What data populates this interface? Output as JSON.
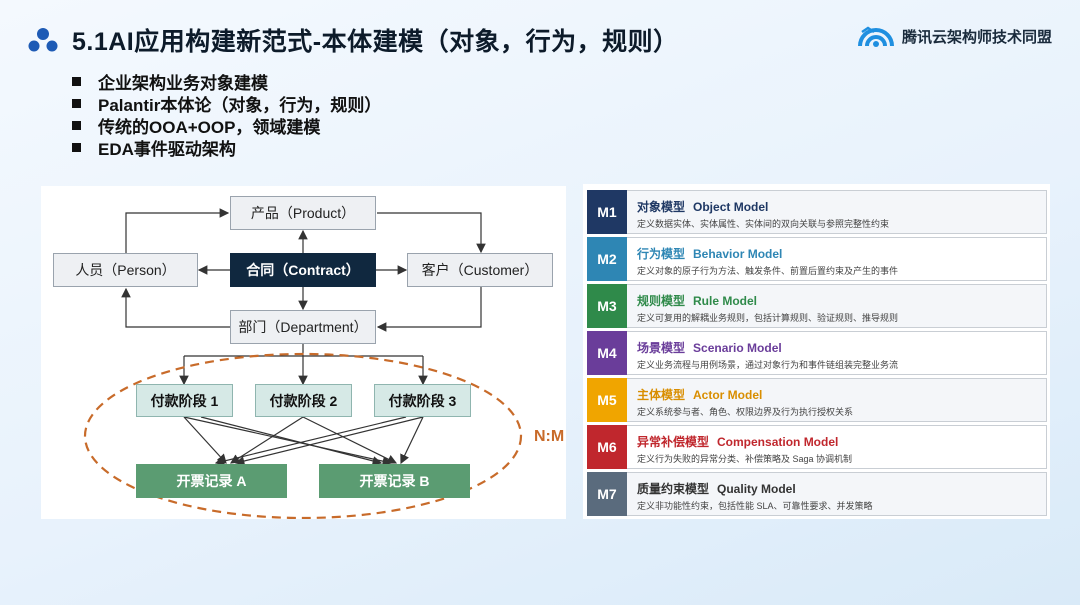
{
  "header": {
    "title": "5.1AI应用构建新范式-本体建模（对象，行为，规则）",
    "brand": "腾讯云架构师技术同盟"
  },
  "bullets": [
    "企业架构业务对象建模",
    "Palantir本体论（对象，行为，规则）",
    "传统的OOA+OOP，领域建模",
    "EDA事件驱动架构"
  ],
  "diagram": {
    "product": "产品（Product）",
    "person": "人员（Person）",
    "contract": "合同（Contract）",
    "customer": "客户（Customer）",
    "department": "部门（Department）",
    "stages": [
      "付款阶段 1",
      "付款阶段 2",
      "付款阶段 3"
    ],
    "invoices": [
      "开票记录 A",
      "开票记录 B"
    ],
    "relation": "N:M"
  },
  "models": [
    {
      "code": "M1",
      "cn": "对象模型",
      "en": "Object Model",
      "desc": "定义数据实体、实体属性、实体间的双向关联与参照完整性约束",
      "color": "#1f3864",
      "title_color": "#1f3864"
    },
    {
      "code": "M2",
      "cn": "行为模型",
      "en": "Behavior Model",
      "desc": "定义对象的原子行为方法、触发条件、前置后置约束及产生的事件",
      "color": "#2e86b4",
      "title_color": "#2e86b4"
    },
    {
      "code": "M3",
      "cn": "规则模型",
      "en": "Rule Model",
      "desc": "定义可复用的解耦业务规则，包括计算规则、验证规则、推导规则",
      "color": "#2f8a4a",
      "title_color": "#2f8a4a"
    },
    {
      "code": "M4",
      "cn": "场景模型",
      "en": "Scenario Model",
      "desc": "定义业务流程与用例场景，通过对象行为和事件链组装完整业务流",
      "color": "#6a3d9a",
      "title_color": "#6a3d9a"
    },
    {
      "code": "M5",
      "cn": "主体模型",
      "en": "Actor Model",
      "desc": "定义系统参与者、角色、权限边界及行为执行授权关系",
      "color": "#f0a500",
      "title_color": "#d98e00"
    },
    {
      "code": "M6",
      "cn": "异常补偿模型",
      "en": "Compensation Model",
      "desc": "定义行为失败的异常分类、补偿策略及 Saga 协调机制",
      "color": "#c0272d",
      "title_color": "#c0272d"
    },
    {
      "code": "M7",
      "cn": "质量约束模型",
      "en": "Quality Model",
      "desc": "定义非功能性约束，包括性能 SLA、可靠性要求、并发策略",
      "color": "#5a6b7d",
      "title_color": "#333333"
    }
  ],
  "icons": {
    "logo": "cluster-dots-icon",
    "brand": "cloud-arc-icon",
    "bullet": "square-bullet-icon"
  }
}
